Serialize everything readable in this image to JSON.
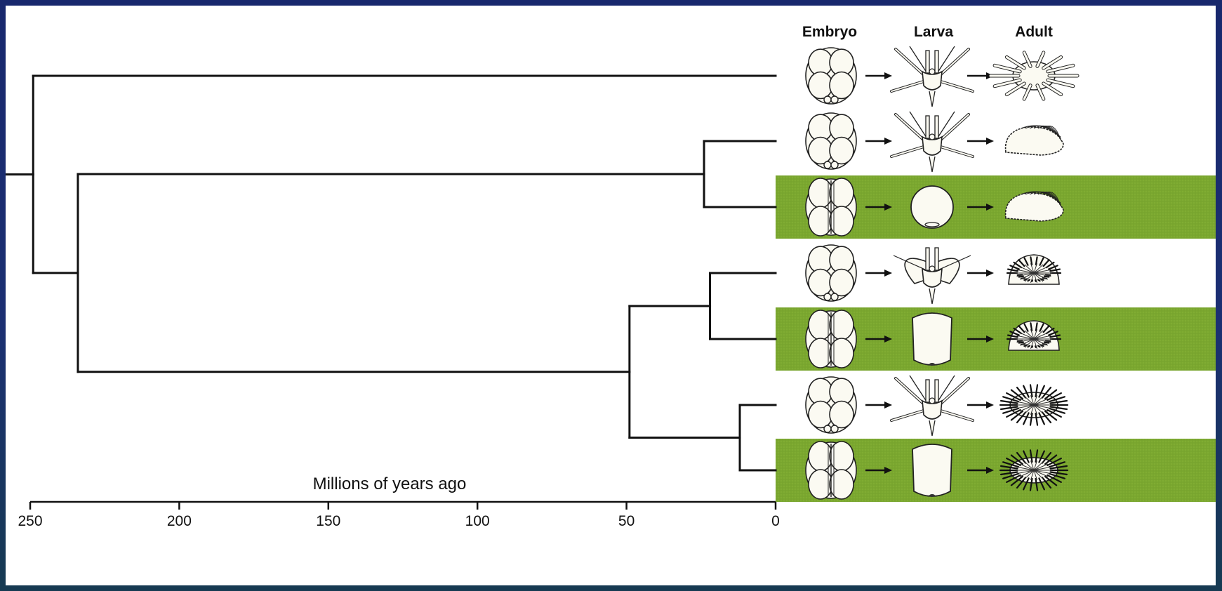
{
  "headers": [
    "Embryo",
    "Larva",
    "Adult"
  ],
  "axis": {
    "title": "Millions of years ago",
    "ticks": [
      250,
      200,
      150,
      100,
      50,
      0
    ]
  },
  "colors": {
    "frame": "#1b2a6b",
    "highlight": "#7aa72f",
    "tree": "#111111",
    "figure_fill": "#fbfaf2"
  },
  "tree": {
    "leaves": [
      {
        "larva": "spiny-pluteus",
        "adult": "long-spined-urchin",
        "highlighted": false
      },
      {
        "larva": "spiny-pluteus",
        "adult": "heart-urchin",
        "highlighted": false
      },
      {
        "larva": "round-lecithotroph",
        "adult": "heart-urchin",
        "highlighted": true
      },
      {
        "larva": "winged-pluteus",
        "adult": "short-spined-urchin",
        "highlighted": false
      },
      {
        "larva": "oval-lecithotroph",
        "adult": "short-spined-urchin",
        "highlighted": true
      },
      {
        "larva": "spiny-pluteus",
        "adult": "spiny-urchin",
        "highlighted": false
      },
      {
        "larva": "oval-lecithotroph",
        "adult": "spiny-urchin",
        "highlighted": true
      }
    ],
    "nodes": [
      {
        "id": "n56",
        "time_mya": 12,
        "children": [
          "L5",
          "L6"
        ]
      },
      {
        "id": "n34",
        "time_mya": 22,
        "children": [
          "L3",
          "L4"
        ]
      },
      {
        "id": "n12",
        "time_mya": 24,
        "children": [
          "L1",
          "L2"
        ]
      },
      {
        "id": "n3456",
        "time_mya": 49,
        "children": [
          "n34",
          "n56"
        ]
      },
      {
        "id": "n123456",
        "time_mya": 234,
        "children": [
          "n12",
          "n3456"
        ]
      },
      {
        "id": "root",
        "time_mya": 249,
        "children": [
          "L0",
          "n123456"
        ]
      }
    ],
    "root_stem_start_mya": 258
  }
}
